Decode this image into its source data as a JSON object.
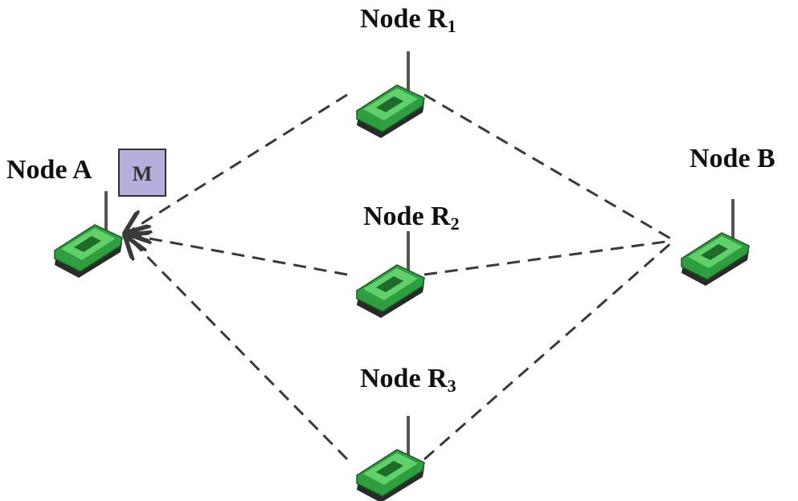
{
  "nodes": {
    "a": {
      "label": "Node A"
    },
    "b": {
      "label": "Node B"
    },
    "r1": {
      "label": "Node R",
      "sub": "1"
    },
    "r2": {
      "label": "Node R",
      "sub": "2"
    },
    "r3": {
      "label": "Node R",
      "sub": "3"
    }
  },
  "message": {
    "label": "M"
  },
  "colors": {
    "device_body": "#2e9e3e",
    "device_top": "#5fd06a",
    "device_base": "#2a2a2a",
    "message_box": "#b8aedc"
  }
}
